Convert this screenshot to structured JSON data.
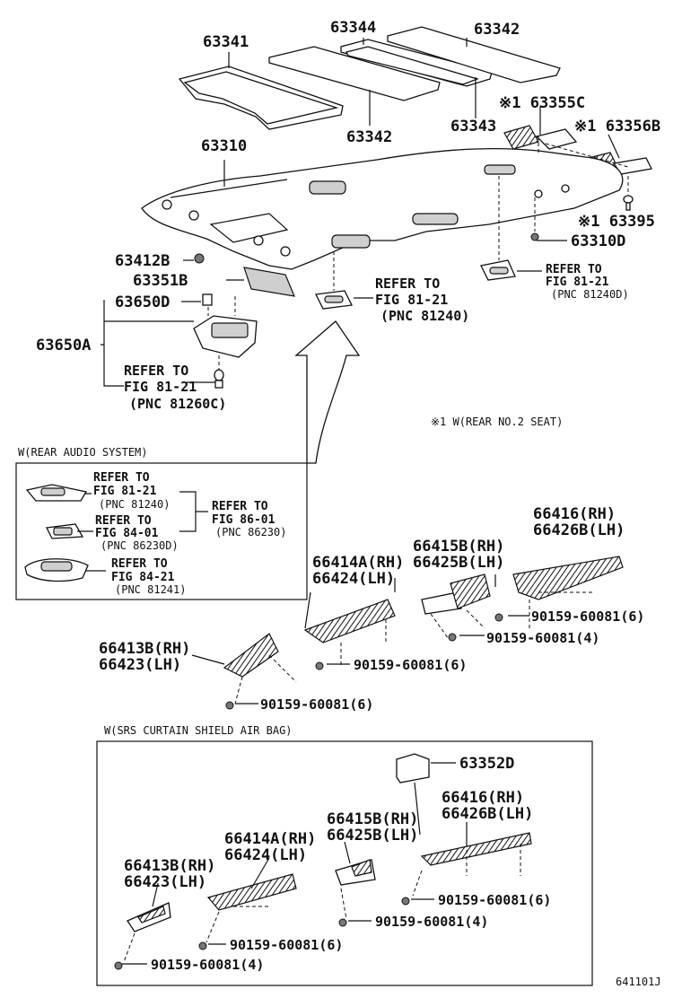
{
  "top_parts": {
    "p63341": "63341",
    "p63344": "63344",
    "p63342_top": "63342",
    "p63342_mid": "63342",
    "p63343": "63343",
    "p63355c": "※1 63355C",
    "p63356b": "※1 63356B",
    "p63310": "63310",
    "p63395": "※1 63395",
    "p63310d": "63310D",
    "p63412b": "63412B",
    "p63351b": "63351B",
    "p63650d": "63650D",
    "p63650a": "63650A"
  },
  "refs": {
    "r1": [
      "REFER TO",
      "FIG 81-21",
      "(PNC 81240D)"
    ],
    "r2": [
      "REFER TO",
      "FIG 81-21",
      "(PNC 81240)"
    ],
    "r3": [
      "REFER TO",
      "FIG 81-21",
      "(PNC 81260C)"
    ]
  },
  "note": "※1 W(REAR NO.2 SEAT)",
  "audio_box": {
    "title": "W(REAR AUDIO SYSTEM)",
    "a": [
      "REFER TO",
      "FIG 81-21",
      "(PNC 81240)"
    ],
    "b": [
      "REFER TO",
      "FIG 84-01",
      "(PNC 86230D)"
    ],
    "c": [
      "REFER TO",
      "FIG 86-01",
      "(PNC 86230)"
    ],
    "d": [
      "REFER TO",
      "FIG 84-21",
      "(PNC 81241)"
    ]
  },
  "mid_parts": {
    "a1": "66416(RH)",
    "a2": "66426B(LH)",
    "b1": "66415B(RH)",
    "b2": "66425B(LH)",
    "c1": "66414A(RH)",
    "c2": "66424(LH)",
    "d1": "66413B(RH)",
    "d2": "66423(LH)",
    "s1": "90159-60081(6)",
    "s2": "90159-60081(4)",
    "s3": "90159-60081(6)",
    "s4": "90159-60081(6)"
  },
  "srs_box": {
    "title": "W(SRS CURTAIN SHIELD AIR BAG)",
    "p63352d": "63352D",
    "a1": "66416(RH)",
    "a2": "66426B(LH)",
    "b1": "66415B(RH)",
    "b2": "66425B(LH)",
    "c1": "66414A(RH)",
    "c2": "66424(LH)",
    "d1": "66413B(RH)",
    "d2": "66423(LH)",
    "s1": "90159-60081(6)",
    "s2": "90159-60081(4)",
    "s3": "90159-60081(6)",
    "s4": "90159-60081(4)"
  },
  "figure_id": "641101J"
}
